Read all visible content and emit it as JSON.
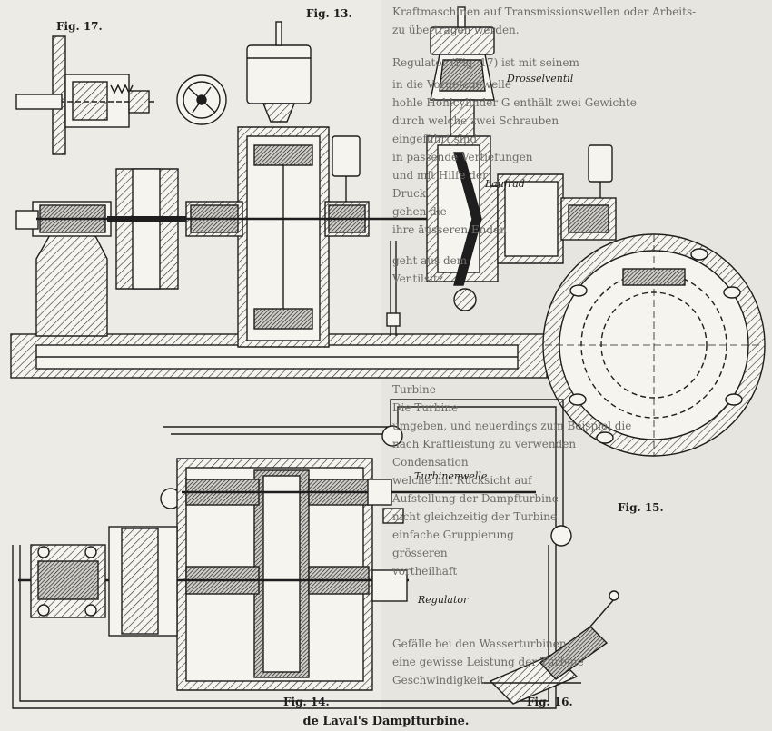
{
  "figures": {
    "fig13": "Fig. 13.",
    "fig14": "Fig. 14.",
    "fig15": "Fig. 15.",
    "fig16": "Fig. 16.",
    "fig17": "Fig. 17."
  },
  "labels": {
    "drosselventil": "Drosselventil",
    "laufrad": "Laufrad",
    "turbinenwelle": "Turbinenwelle",
    "regulator": "Regulator"
  },
  "caption": "de Laval's Dampfturbine.",
  "background_text": [
    "Kraftmaschinen auf Transmissionswellen oder Arbeits-",
    "zu übertragen werden.",
    "Regulator (Fig. 17) ist mit seinem",
    "in die Vorgelegewelle",
    "hohle Hohlcylinder G enthält zwei Gewichte",
    "durch welche zwei Schrauben",
    "eingeführt sind",
    "in passende Vertiefungen",
    "und mit Hilfe der",
    "Druck",
    "gehen die",
    "ihre äusseren Enden",
    "geht aus dem",
    "Ventilsitz",
    "Turbine",
    "Die Turbine",
    "umgeben, und neuerdings zum Beispiel die",
    "nach Kraftleistung zu verwenden",
    "Condensation",
    "welche mit Rücksicht auf",
    "Aufstellung der Dampfturbine",
    "nicht gleichzeitig der Turbine",
    "einfache Gruppierung",
    "grösseren",
    "vortheilhaft",
    "Gefälle bei den Wasserturbinen",
    "eine gewisse Leistung der Turbine",
    "Geschwindigkeit"
  ]
}
